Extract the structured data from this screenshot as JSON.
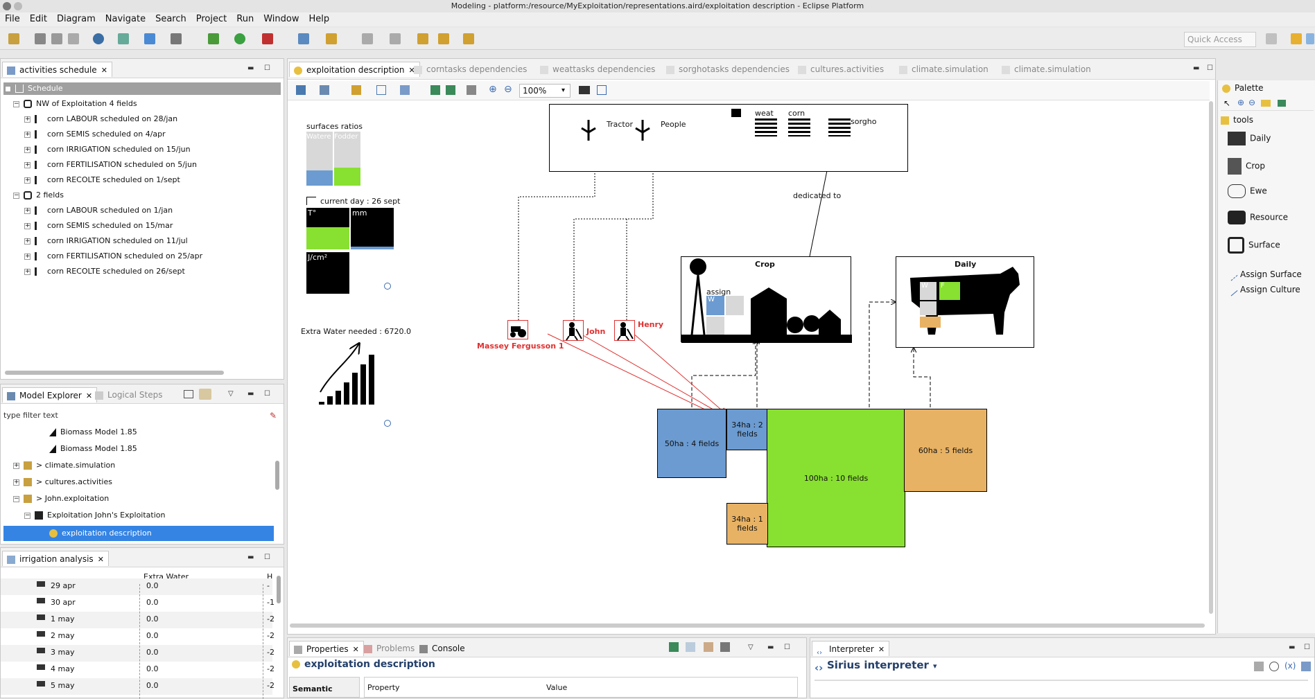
{
  "window": {
    "title": "Modeling - platform:/resource/MyExploitation/representations.aird/exploitation description - Eclipse Platform"
  },
  "menu": [
    "File",
    "Edit",
    "Diagram",
    "Navigate",
    "Search",
    "Project",
    "Run",
    "Window",
    "Help"
  ],
  "quick_access": "Quick Access",
  "activities": {
    "tab": "activities schedule",
    "root": "Schedule",
    "groups": [
      {
        "label": "NW of Exploitation 4 fields",
        "items": [
          "corn LABOUR scheduled on 28/jan",
          "corn SEMIS scheduled on 4/apr",
          "corn IRRIGATION scheduled on 15/jun",
          "corn FERTILISATION scheduled on 5/jun",
          "corn RECOLTE scheduled on 1/sept"
        ]
      },
      {
        "label": "2 fields",
        "items": [
          "corn LABOUR scheduled on 1/jan",
          "corn SEMIS scheduled on 15/mar",
          "corn IRRIGATION scheduled on 11/jul",
          "corn FERTILISATION scheduled on 25/apr",
          "corn RECOLTE scheduled on 26/sept"
        ]
      }
    ]
  },
  "model_explorer": {
    "tab": "Model Explorer",
    "tab2": "Logical Steps",
    "filter_placeholder": "type filter text",
    "items": [
      "Biomass Model 1.85",
      "Biomass Model 1.85",
      "> climate.simulation",
      "> cultures.activities",
      "> John.exploitation",
      "Exploitation John's Exploitation",
      "exploitation description"
    ]
  },
  "irrigation": {
    "tab": "irrigation analysis",
    "col_extra": "Extra Water",
    "col_h": "H",
    "rows": [
      {
        "date": "29 apr",
        "extra": "0.0",
        "h": "-"
      },
      {
        "date": "30 apr",
        "extra": "0.0",
        "h": "-1"
      },
      {
        "date": "1 may",
        "extra": "0.0",
        "h": "-2"
      },
      {
        "date": "2 may",
        "extra": "0.0",
        "h": "-2"
      },
      {
        "date": "3 may",
        "extra": "0.0",
        "h": "-2"
      },
      {
        "date": "4 may",
        "extra": "0.0",
        "h": "-2"
      },
      {
        "date": "5 may",
        "extra": "0.0",
        "h": "-2"
      }
    ]
  },
  "editor_tabs": [
    "exploitation description",
    "corntasks dependencies",
    "weattasks dependencies",
    "sorghotasks dependencies",
    "cultures.activities",
    "climate.simulation",
    "climate.simulation"
  ],
  "zoom": "100%",
  "diagram": {
    "surfaces_ratios": "surfaces ratios",
    "water_label": "Watere",
    "fodder_label": "Fodder",
    "current_day": "current day : 26  sept",
    "temp_label": "T°",
    "mm_label": "mm",
    "radiation_label": "J/cm²",
    "extra_water": "Extra Water needed : 6720.0",
    "tractor": "Tractor",
    "people": "People",
    "weat": "weat",
    "corn": "corn",
    "sorgho": "sorgho",
    "dedicated_to": "dedicated to",
    "crop": "Crop",
    "assign": "assign",
    "daily": "Daily",
    "massey": "Massey Fergusson 1",
    "john": "John",
    "henry": "Henry",
    "f50": "50ha : 4 fields",
    "f34a": "34ha : 2 fields",
    "f100": "100ha : 10 fields",
    "f60": "60ha : 5 fields",
    "f34b": "34ha : 1 fields",
    "w": "W",
    "f": "F"
  },
  "palette": {
    "title": "Palette",
    "group": "tools",
    "items": [
      "Daily",
      "Crop",
      "Ewe",
      "Resource",
      "Surface",
      "Assign Surface",
      "Assign Culture"
    ]
  },
  "properties": {
    "tab": "Properties",
    "tab_problems": "Problems",
    "tab_console": "Console",
    "title": "exploitation description",
    "semantic": "Semantic",
    "col_property": "Property",
    "col_value": "Value"
  },
  "interpreter": {
    "tab": "Interpreter",
    "title": "Sirius interpreter"
  },
  "colors": {
    "blue": "#6b9bd1",
    "green": "#88e030",
    "orange": "#e8b264",
    "red": "#e03030",
    "selection": "#3584e4"
  }
}
